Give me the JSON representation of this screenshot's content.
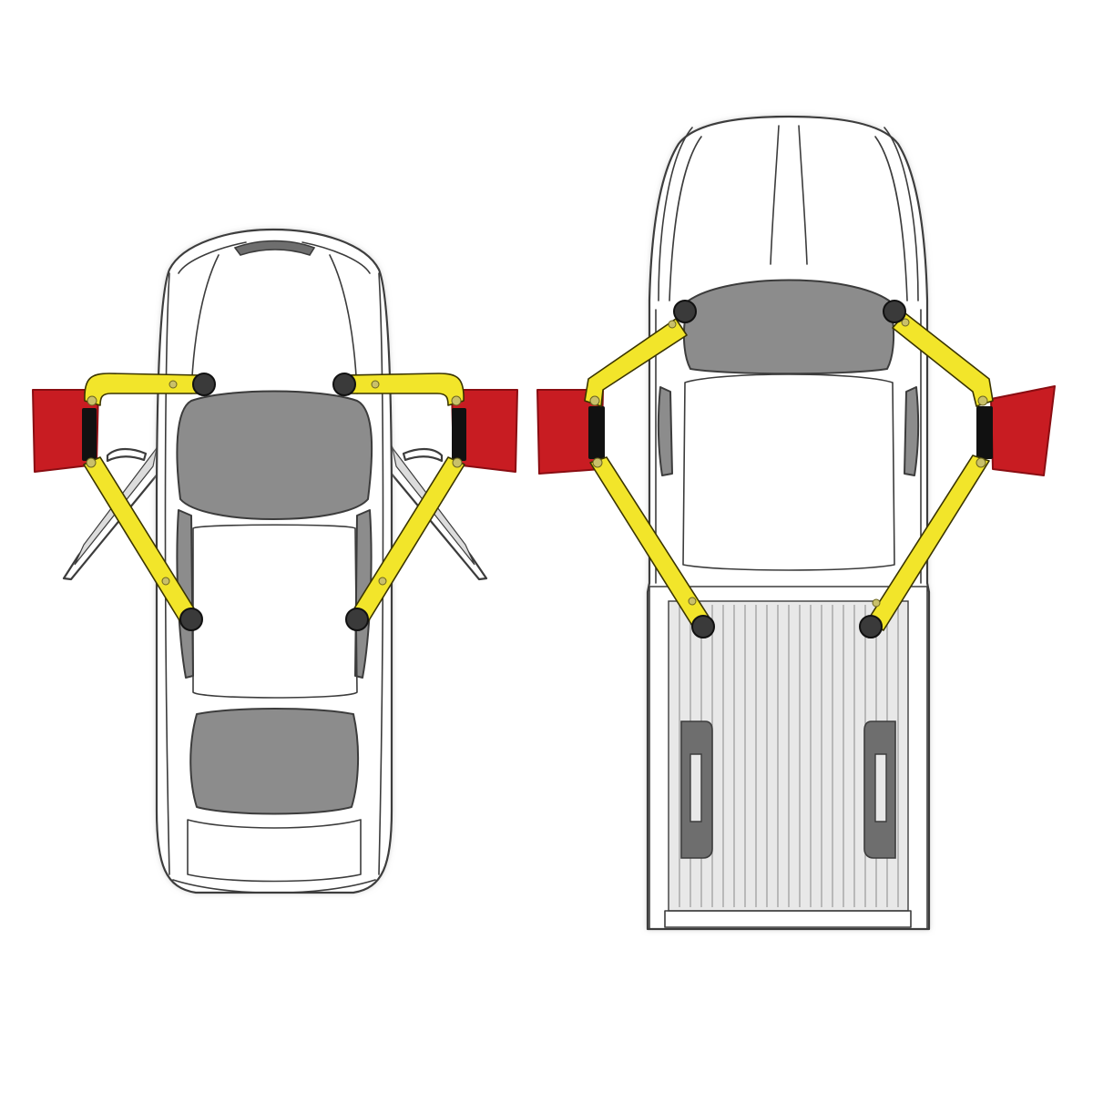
{
  "colors": {
    "background": "#ffffff",
    "vehicle_body": "#ffffff",
    "vehicle_outline": "#3c3c3c",
    "glass": "#8c8c8c",
    "glass_dark": "#6e6e6e",
    "bed_floor": "#e8e8e8",
    "arm": "#f2e52a",
    "arm_shadow": "#a89c10",
    "arm_outline": "#3a3400",
    "pad": "#3a3a3a",
    "lift_post": "#c81c22",
    "lift_post_dark": "#8a0d12",
    "carriage": "#111111"
  },
  "vehicles": [
    {
      "name": "sedan",
      "doors_open": true,
      "lift_arms": 4,
      "lift_pads": 4
    },
    {
      "name": "pickup-truck",
      "doors_open": false,
      "lift_arms": 4,
      "lift_pads": 4
    }
  ]
}
